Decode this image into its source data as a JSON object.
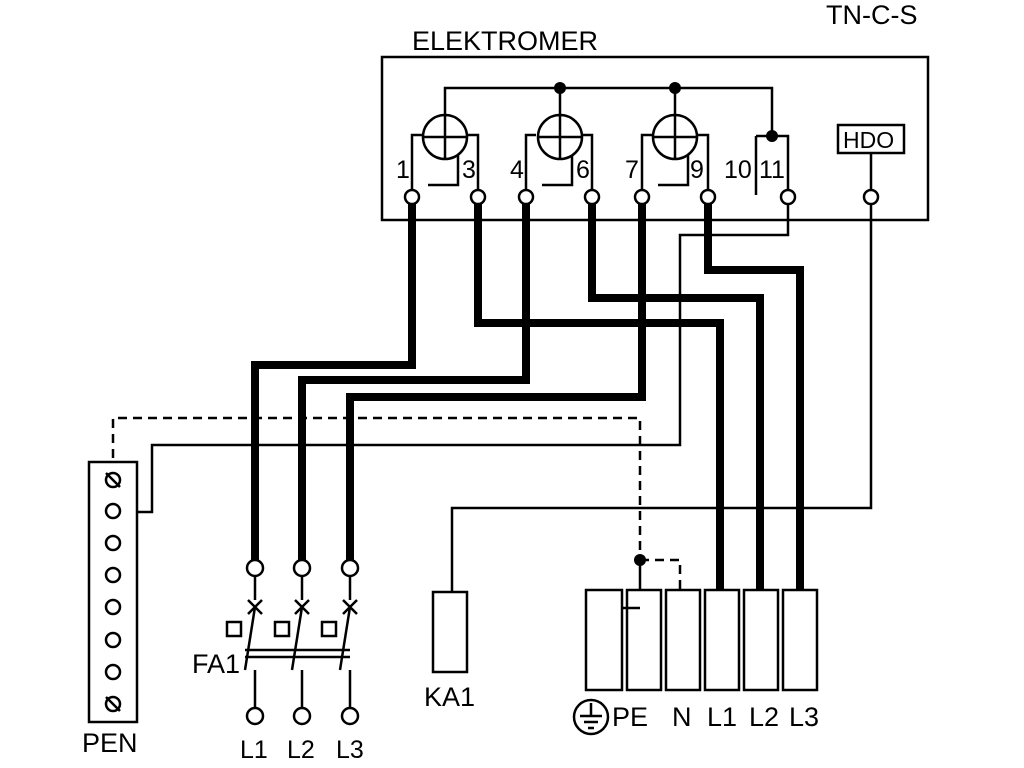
{
  "diagram": {
    "system_label": "TN-C-S",
    "meter_label": "ELEKTROMER",
    "hdo_label": "HDO",
    "meter_terminals": [
      "1",
      "3",
      "4",
      "6",
      "7",
      "9",
      "10",
      "11"
    ],
    "pen_label": "PEN",
    "breaker_label": "FA1",
    "breaker_outputs": [
      "L1",
      "L2",
      "L3"
    ],
    "contactor_label": "KA1",
    "terminal_block_labels": [
      "PE",
      "N",
      "L1",
      "L2",
      "L3"
    ]
  }
}
